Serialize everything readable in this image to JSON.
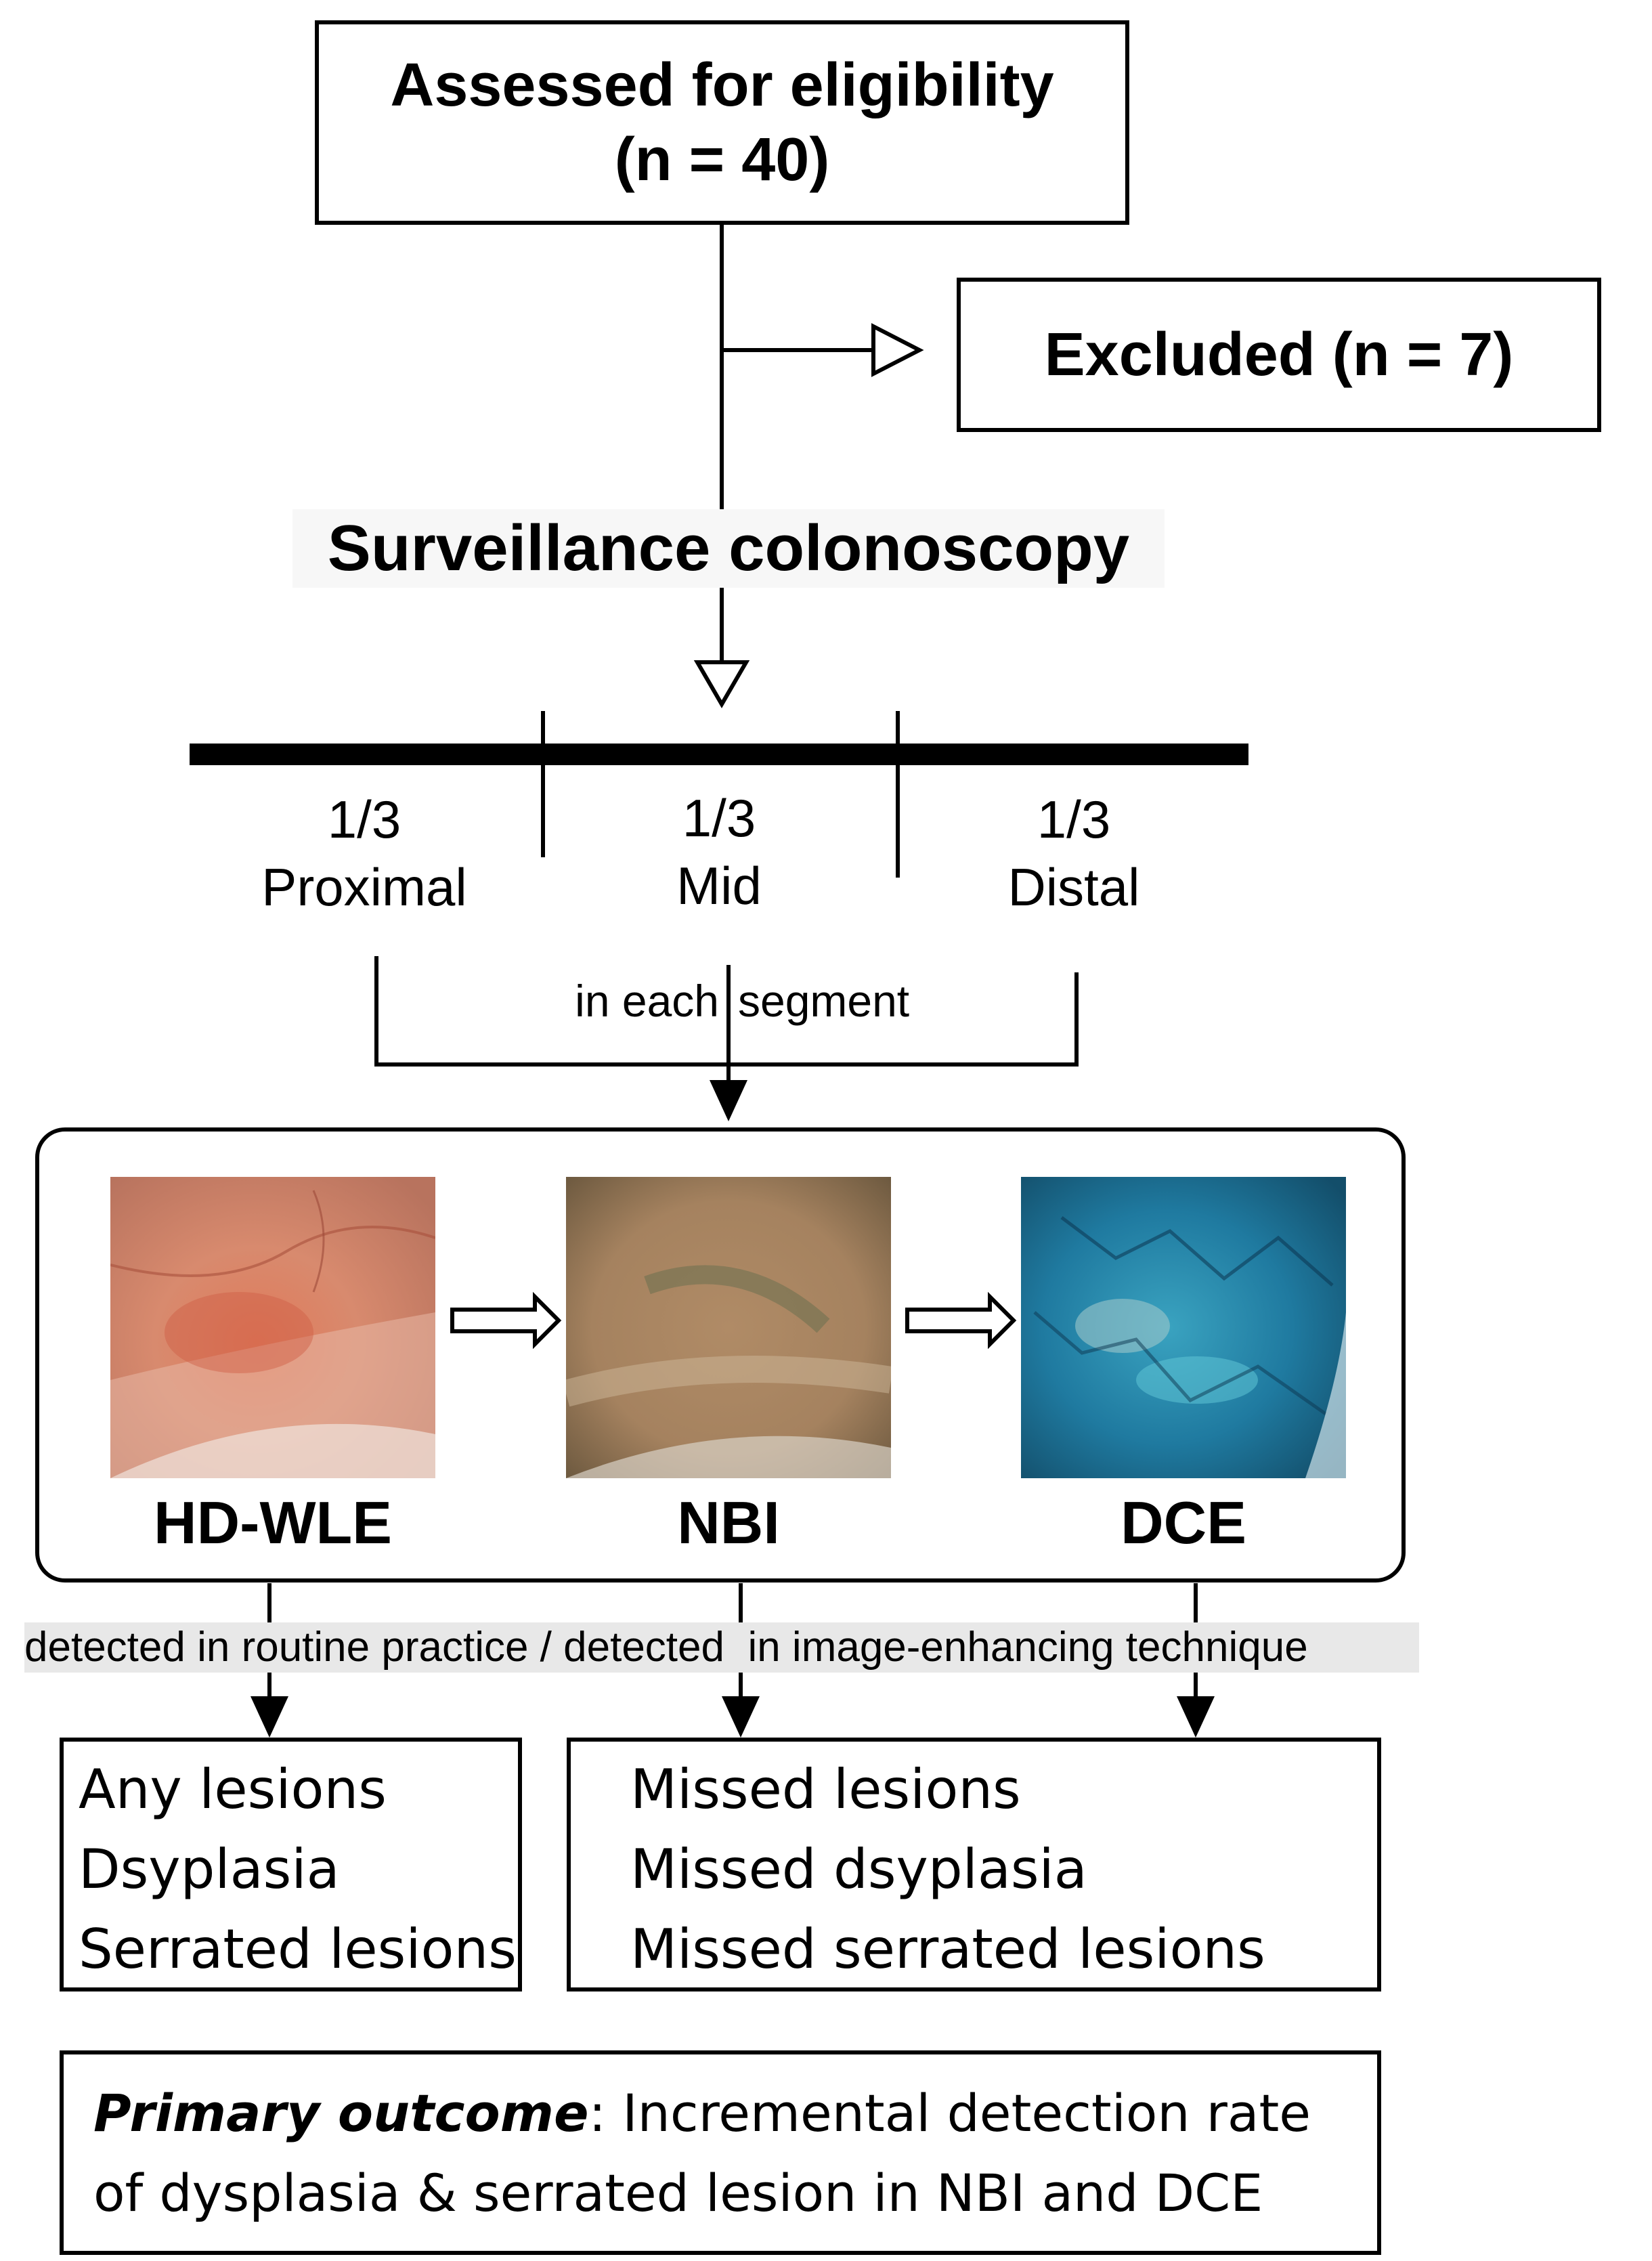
{
  "assessed": {
    "title": "Assessed for eligibility",
    "count": "(n = 40)"
  },
  "excluded": {
    "label": "Excluded (n = 7)"
  },
  "procedure": {
    "label": "Surveillance colonoscopy"
  },
  "segments": [
    {
      "fraction": "1/3",
      "name": "Proximal"
    },
    {
      "fraction": "1/3",
      "name": "Mid"
    },
    {
      "fraction": "1/3",
      "name": "Distal"
    }
  ],
  "segment_note": {
    "left": "in each",
    "right": "segment"
  },
  "techniques": [
    {
      "label": "HD-WLE",
      "image": "white-light endoscopy photo"
    },
    {
      "label": "NBI",
      "image": "narrow-band imaging photo"
    },
    {
      "label": "DCE",
      "image": "dye-based chromoendoscopy photo"
    }
  ],
  "detection_note": "detected in routine practice / detected  in image-enhancing technique",
  "routine_outcomes": [
    "Any lesions",
    "Dsyplasia",
    "Serrated lesions"
  ],
  "missed_outcomes": [
    "Missed lesions",
    "Missed dsyplasia",
    "Missed serrated lesions"
  ],
  "primary_outcome": {
    "label": "Primary outcome",
    "text_line1": ": Incremental detection rate",
    "text_line2": "of dysplasia & serrated lesion in NBI and DCE"
  },
  "colors": {
    "line": "#000000",
    "note_background": "#e8e8e8",
    "procedure_background": "#f7f7f7"
  }
}
